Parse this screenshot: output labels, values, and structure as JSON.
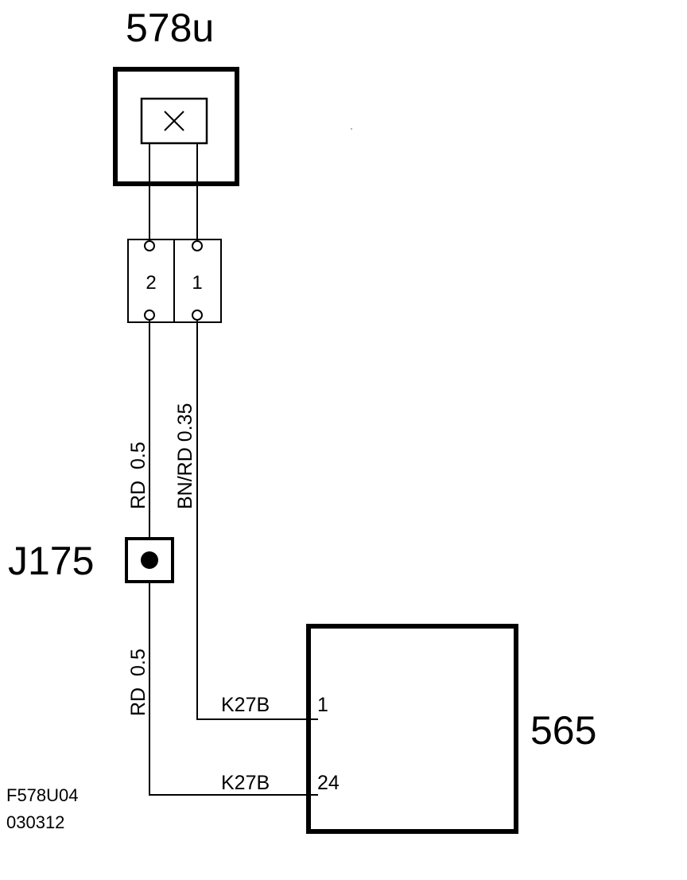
{
  "component_top": {
    "label": "578u"
  },
  "connector": {
    "pin_left": "2",
    "pin_right": "1"
  },
  "wires": {
    "left_upper": "RD  0.5",
    "right_upper": "BN/RD 0.35",
    "left_lower": "RD  0.5"
  },
  "junction": {
    "label": "J175"
  },
  "component_bottom": {
    "label": "565",
    "pin1": "1",
    "pin24": "24",
    "circuit_pin1": "K27B",
    "circuit_pin24": "K27B"
  },
  "footer": {
    "code": "F578U04",
    "date": "030312"
  }
}
